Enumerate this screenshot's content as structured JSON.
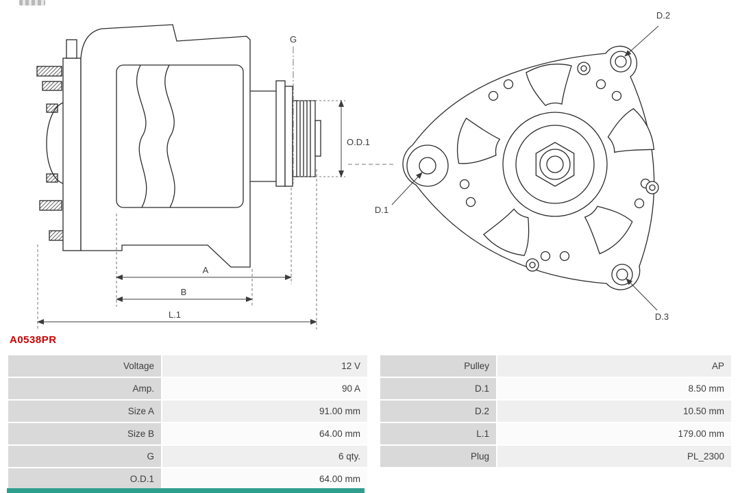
{
  "part_number": "A0538PR",
  "colors": {
    "part_number_red": "#cc0000",
    "bottom_strip_teal": "#2f9e8e",
    "table_label_gray": "#d9d9d9",
    "row_shade_light": "#efefef",
    "row_shade_white": "#fbfbfb",
    "drawing_line": "#2a2a2a"
  },
  "diagram": {
    "side_view": {
      "dim_g": "G",
      "dim_od1": "O.D.1",
      "dim_a": "A",
      "dim_b": "B",
      "dim_l1": "L.1"
    },
    "rear_view": {
      "dim_d1": "D.1",
      "dim_d2": "D.2",
      "dim_d3": "D.3"
    }
  },
  "spec_table": {
    "left_rows": [
      {
        "label": "Voltage",
        "value": "12 V"
      },
      {
        "label": "Amp.",
        "value": "90 A"
      },
      {
        "label": "Size A",
        "value": "91.00 mm"
      },
      {
        "label": "Size B",
        "value": "64.00 mm"
      },
      {
        "label": "G",
        "value": "6 qty."
      },
      {
        "label": "O.D.1",
        "value": "64.00 mm"
      }
    ],
    "right_rows": [
      {
        "label": "Pulley",
        "value": "AP"
      },
      {
        "label": "D.1",
        "value": "8.50 mm"
      },
      {
        "label": "D.2",
        "value": "10.50 mm"
      },
      {
        "label": "L.1",
        "value": "179.00 mm"
      },
      {
        "label": "Plug",
        "value": "PL_2300"
      }
    ]
  }
}
